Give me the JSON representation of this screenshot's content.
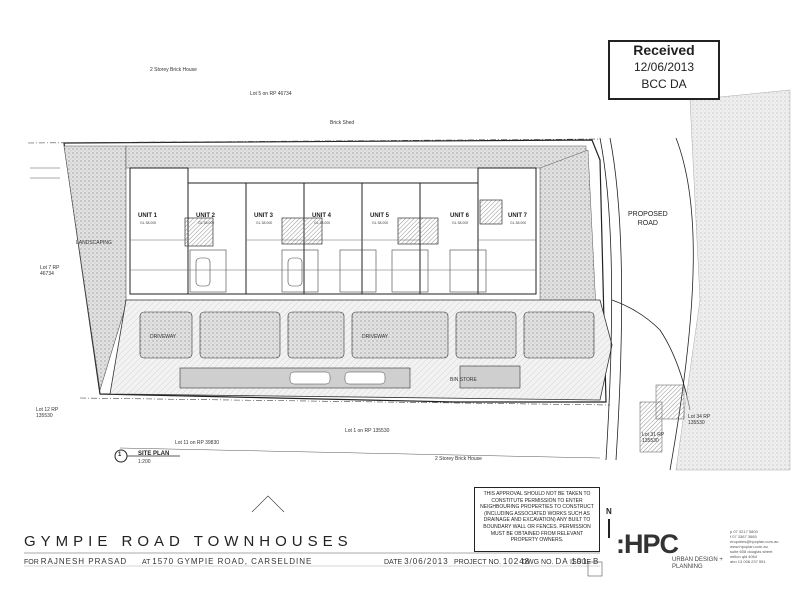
{
  "stamp": {
    "line1": "Received",
    "line2": "12/06/2013",
    "line3": "BCC DA"
  },
  "title": "GYMPIE ROAD TOWNHOUSES",
  "title_block": {
    "for_label": "FOR",
    "client": "RAJNESH PRASAD",
    "at_label": "AT",
    "address": "1570 GYMPIE ROAD, CARSELDINE",
    "date_label": "DATE",
    "date": "3/06/2013",
    "project_label": "PROJECT NO.",
    "project_no": "10248",
    "dwg_label": "DWG NO.",
    "dwg_no": "DA 101",
    "issue_label": "ISSUE",
    "issue": "B"
  },
  "approval_note": "This approval should not be taken to constitute permission to enter neighbouring properties to construct (including associated works such as drainage and excavation) any built to boundary wall or fences. Permission must be obtained from relevant property owners.",
  "firm": {
    "logo": ":HPC",
    "line1": "URBAN DESIGN +",
    "line2": "PLANNING",
    "contact": [
      "p 07 3217 5800",
      "f 07 3367 3665",
      "enquiries@hpcplan.com.au",
      "www.hpcplan.com.au",
      "suite 608 douglas street",
      "milton qld 4064",
      "abn 13 008 237 551"
    ]
  },
  "site_plan": {
    "number": "1",
    "label": "SITE PLAN",
    "scale": "1:200"
  },
  "north_label": "N",
  "proposed_road": [
    "PROPOSED",
    "ROAD"
  ],
  "units": [
    {
      "label": "UNIT 1",
      "area": "GL 38.000"
    },
    {
      "label": "UNIT 2",
      "area": "GL 38.000"
    },
    {
      "label": "UNIT 3",
      "area": "GL 38.000"
    },
    {
      "label": "UNIT 4",
      "area": "GL 38.000"
    },
    {
      "label": "UNIT 5",
      "area": "GL 38.000"
    },
    {
      "label": "UNIT 6",
      "area": "GL 38.000"
    },
    {
      "label": "UNIT 7",
      "area": "GL 38.000"
    }
  ],
  "boundary_labels": {
    "top_house": "2 Storey Brick House",
    "lot_top": "Lot 5 on RP 46734",
    "brick_shed": "Brick Shed",
    "lot_left": "Lot 7 RP 46734",
    "lot12": "Lot 12 RP 135530",
    "lot11": "Lot 11 on RP 39830",
    "lot1": "Lot 1 on RP 135530",
    "bottom_house": "2 Storey Brick House",
    "lot34": "Lot 34 RP 135530",
    "lot31": "Lot 31 RP 135530",
    "bin_store": "BIN STORE",
    "driveway1": "DRIVEWAY",
    "driveway2": "DRIVEWAY",
    "landscaping": "LANDSCAPING"
  },
  "colors": {
    "ink": "#222222",
    "hatch": "#8a8a8a",
    "landscape": "#cfcfcf"
  }
}
